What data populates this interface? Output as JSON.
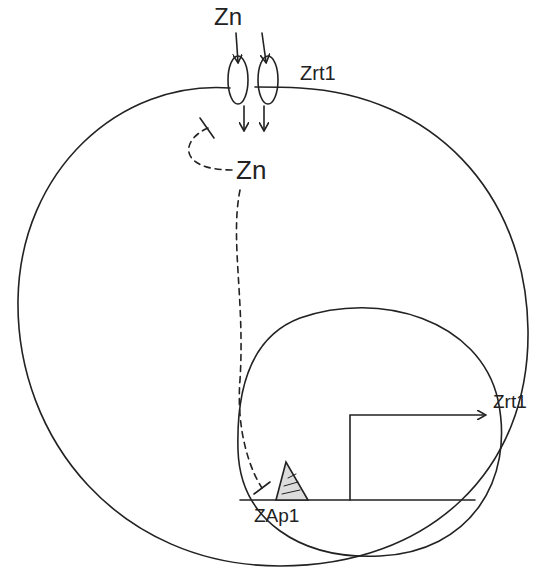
{
  "diagram": {
    "labels": [
      "Zn",
      "Zrt1",
      "Zn",
      "Zrt1",
      "ZAp1"
    ]
  }
}
